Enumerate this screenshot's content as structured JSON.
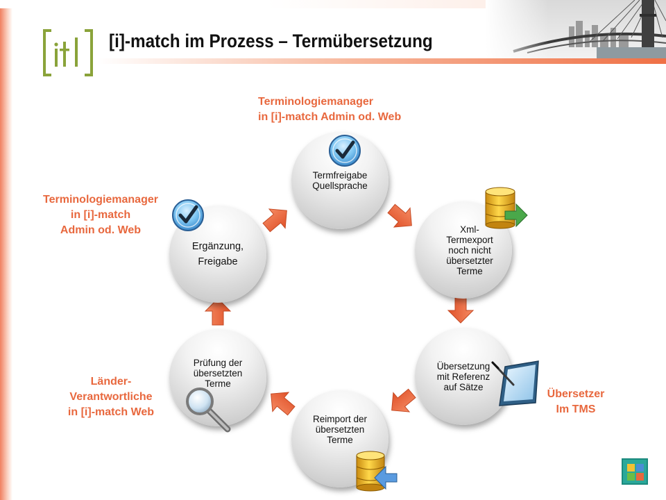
{
  "slide": {
    "title": "[i]-match im Prozess – Termübersetzung",
    "logo_text": "[itl]"
  },
  "roles": {
    "top": "Terminologiemanager\nin [i]-match Admin od. Web",
    "left": "Terminologiemanager\nin [i]-match\nAdmin od. Web",
    "bottom_left": "Länder-\nVerantwortliche\nin [i]-match Web",
    "right": "Übersetzer\nIm TMS"
  },
  "nodes": {
    "termfreigabe": "Termfreigabe\nQuellsprache",
    "xml_export": "Xml-\nTermexport\nnoch nicht\nübersetzter\nTerme",
    "uebersetzung": "Übersetzung\nmit Referenz\nauf Sätze",
    "reimport": "Reimport der\nübersetzten\nTerme",
    "pruefung": "Prüfung der\nübersetzten\nTerme",
    "ergaenzung": "Ergänzung,\nFreigabe"
  },
  "icons": {
    "check_top": "checkmark-icon",
    "check_left": "checkmark-icon",
    "db_export": "database-export-icon",
    "db_import": "database-import-icon",
    "tablet": "tablet-pen-icon",
    "magnifier": "magnifier-icon"
  },
  "colors": {
    "accent": "#e8683e",
    "arrow": "#ef6a3f",
    "logo": "#8aa33a"
  }
}
